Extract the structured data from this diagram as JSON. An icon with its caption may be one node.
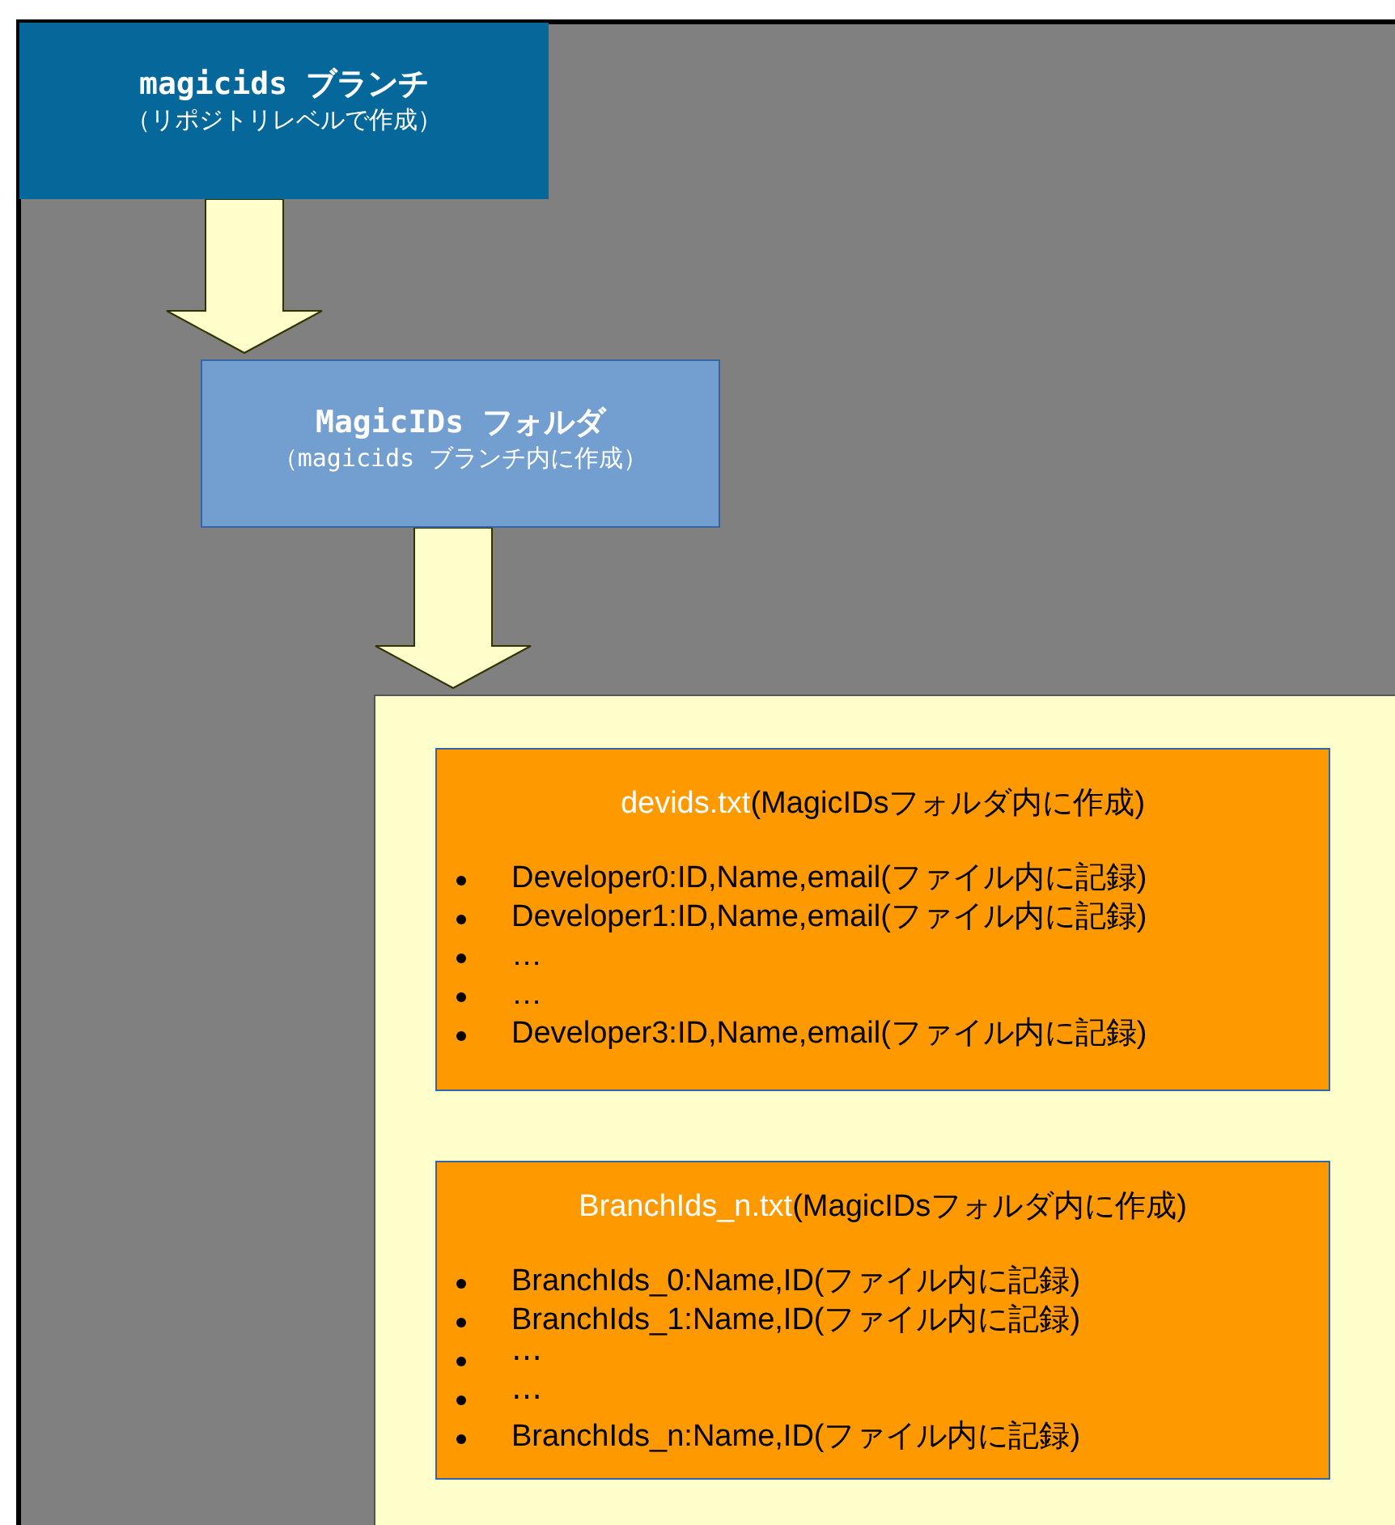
{
  "diagram": {
    "nodes": [
      {
        "text": [
          "magicids ブランチ",
          "（リポジトリレベルで作成）"
        ]
      },
      {
        "text": [
          "MagicIDs フォルダ",
          "（magicids ブランチ内に作成）"
        ]
      },
      {
        "text": [],
        "shape": "box"
      },
      {
        "text": [
          "devids.txt",
          "(MagicIDsフォルダ内に作成)",
          "Developer0:ID,Name,email(ファイル内に記録)",
          "Developer1:ID,Name,email(ファイル内に記録)",
          "…",
          "…",
          "Developer3:ID,Name,email(ファイル内に記録)"
        ],
        "in": 2
      },
      {
        "text": [
          "BranchIds_n.txt",
          "(MagicIDsフォルダ内に作成)",
          "BranchIds_0:Name,ID(ファイル内に記録)",
          "BranchIds_1:Name,ID(ファイル内に記録)",
          "⋯",
          "⋯",
          "BranchIds_n:Name,ID(ファイル内に記録)"
        ],
        "in": 2
      }
    ],
    "edges": [
      {
        "from": 0,
        "to": 1,
        "arrow": "to",
        "style": "thick",
        "color": "#ffffcc"
      },
      {
        "from": 1,
        "to": 2,
        "arrow": "to",
        "style": "thick",
        "color": "#ffffcc"
      }
    ]
  }
}
